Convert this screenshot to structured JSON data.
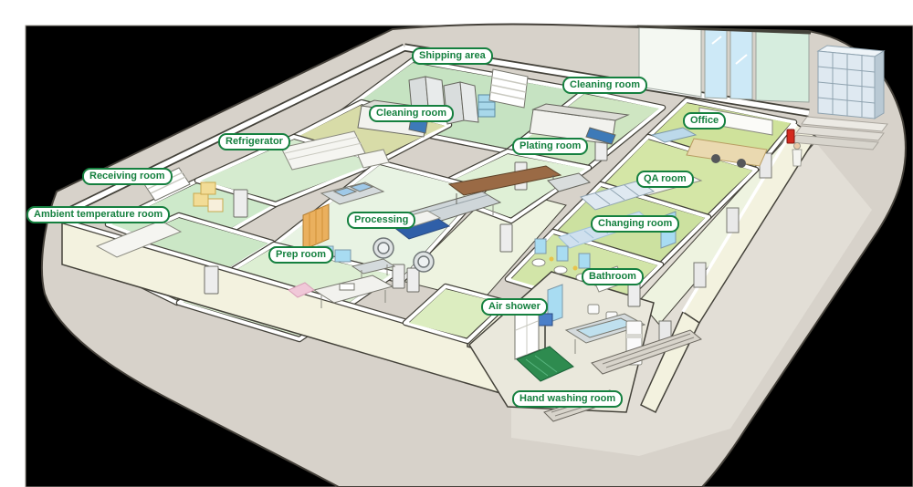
{
  "scene": {
    "title": "Food factory isometric floor plan",
    "background": "#000000",
    "page_background": "#ffffff"
  },
  "palette": {
    "black_bg": "#000000",
    "site_tan": "#d7d2ca",
    "plaza_light": "#e2ded6",
    "wall_cream": "#f3f2df",
    "wall_line": "#44423a",
    "band_white": "#ffffff",
    "label_green": "#15803f",
    "label_bg": "#ffffff",
    "floor_shipping": "#c6e3c2",
    "floor_cleaning1": "#d8dca8",
    "floor_cleaning2": "#cfe6c2",
    "floor_receiving": "#cde9ca",
    "floor_refrigerator": "#d5ebcf",
    "floor_plating": "#dff0d6",
    "floor_processing": "#e8f3e3",
    "floor_ambient": "#cbe7c6",
    "floor_prep": "#ddefd3",
    "floor_corridor": "#eef3e0",
    "floor_office": "#cfe29b",
    "floor_qa": "#d4e6a6",
    "floor_changing": "#cce1a0",
    "floor_bathroom": "#d2e5a8",
    "floor_airshower": "#dcedc0",
    "floor_handwash": "#eae8dc",
    "glass_blue": "#cde9f7",
    "glass_green": "#d6edde",
    "facade_white": "#f4f8f2",
    "machine_blue": "#2f5fa8",
    "panel_blue": "#3d7ab8",
    "crate_blue": "#a8d8ea",
    "box_yellow": "#f2dc96",
    "conveyor_brown": "#9a6a45",
    "mirror_blue": "#a8dcf2",
    "locker_blue": "#dfe9f1",
    "mat_green": "#2e8b4f",
    "desk_tan": "#ead9b0",
    "extinguisher_red": "#d42a1e",
    "grate_gray": "#d8d4cb",
    "steel_gray": "#d4dadc"
  },
  "labels": [
    {
      "id": "shipping-area",
      "text": "Shipping area"
    },
    {
      "id": "cleaning-room-top",
      "text": "Cleaning room"
    },
    {
      "id": "cleaning-room-left",
      "text": "Cleaning room"
    },
    {
      "id": "office",
      "text": "Office"
    },
    {
      "id": "refrigerator",
      "text": "Refrigerator"
    },
    {
      "id": "plating-room",
      "text": "Plating room"
    },
    {
      "id": "receiving-room",
      "text": "Receiving room"
    },
    {
      "id": "qa-room",
      "text": "QA room"
    },
    {
      "id": "ambient-temperature-room",
      "text": "Ambient temperature room"
    },
    {
      "id": "processing",
      "text": "Processing"
    },
    {
      "id": "changing-room",
      "text": "Changing room"
    },
    {
      "id": "prep-room",
      "text": "Prep room"
    },
    {
      "id": "bathroom",
      "text": "Bathroom"
    },
    {
      "id": "air-shower",
      "text": "Air shower"
    },
    {
      "id": "hand-washing-room",
      "text": "Hand washing room"
    }
  ],
  "rooms": [
    "Shipping area",
    "Cleaning room",
    "Cleaning room",
    "Office",
    "Refrigerator",
    "Plating room",
    "Receiving room",
    "QA room",
    "Ambient temperature room",
    "Processing",
    "Changing room",
    "Prep room",
    "Bathroom",
    "Air shower",
    "Hand washing room"
  ]
}
